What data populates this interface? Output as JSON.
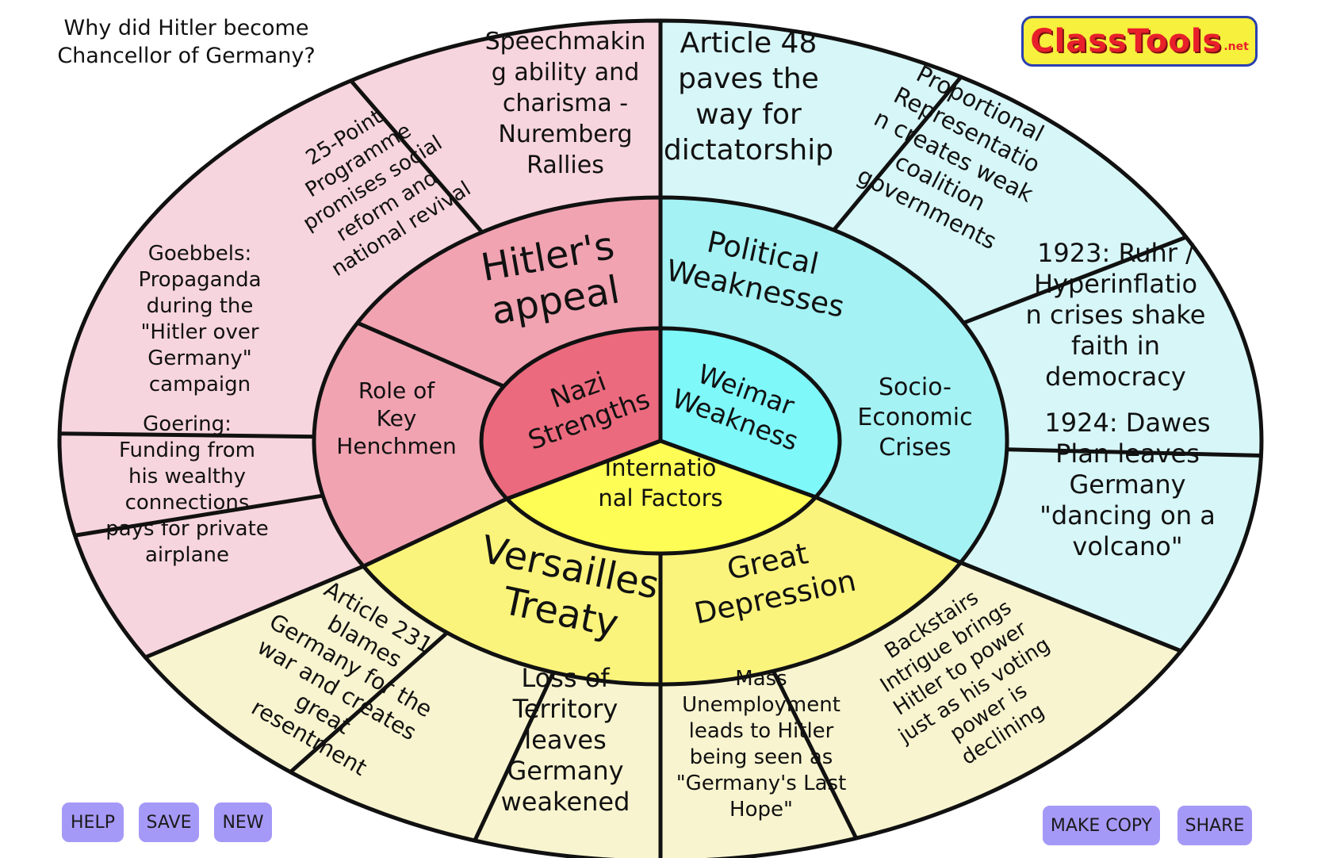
{
  "title": "Why did Hitler become Chancellor of Germany?",
  "logo": {
    "text": "ClassTools",
    "suffix": ".net"
  },
  "buttons": {
    "help": "HELP",
    "save": "SAVE",
    "new": "NEW",
    "make_copy": "MAKE COPY",
    "share": "SHARE"
  },
  "colors": {
    "pink_outer": "#f7d5de",
    "pink_mid": "#f1a3b1",
    "pink_inner": "#ec6a7e",
    "cyan_outer": "#d7f6f7",
    "cyan_mid": "#a4f2f4",
    "cyan_inner": "#7ff8fa",
    "yellow_outer": "#f8f4cf",
    "yellow_mid": "#fbf47c",
    "yellow_inner": "#fdfd55",
    "outline": "#111111"
  },
  "wheel": {
    "core": {
      "nazi": "Nazi Strengths",
      "weimar": "Weimar Weakness",
      "international": "Internatio nal Factors"
    },
    "middle": {
      "hitlers_appeal": "Hitler's appeal",
      "key_henchmen": "Role of Key Henchmen",
      "political": "Political Weaknesses",
      "socio_economic": "Socio-Economic Crises",
      "versailles": "Versailles Treaty",
      "depression": "Great Depression"
    },
    "outer": {
      "speechmaking": "Speechmaking ability and charisma - Nuremberg Rallies",
      "programme": "25-Point Programme promises social reform and national revival",
      "goebbels": "Goebbels: Propaganda during the \"Hitler over Germany\" campaign",
      "goering": "Goering: Funding from his wealthy connections pays for private airplane",
      "article48": "Article 48 paves the way for dictatorship",
      "pr": "Proportional Representation creates weak coalition governments",
      "ruhr": "1923: Ruhr / Hyperinflation crises shake faith in democracy",
      "dawes": "1924: Dawes Plan leaves Germany \"dancing on a volcano\"",
      "article231": "Article 231 blames Germany for the war and creates great resentment",
      "territory": "Loss of Territory leaves Germany weakened",
      "unemployment": "Mass Unemployment leads to Hitler being seen as \"Germany's Last Hope\"",
      "backstairs": "Backstairs Intrigue brings Hitler to power just as his voting power is declining"
    }
  }
}
